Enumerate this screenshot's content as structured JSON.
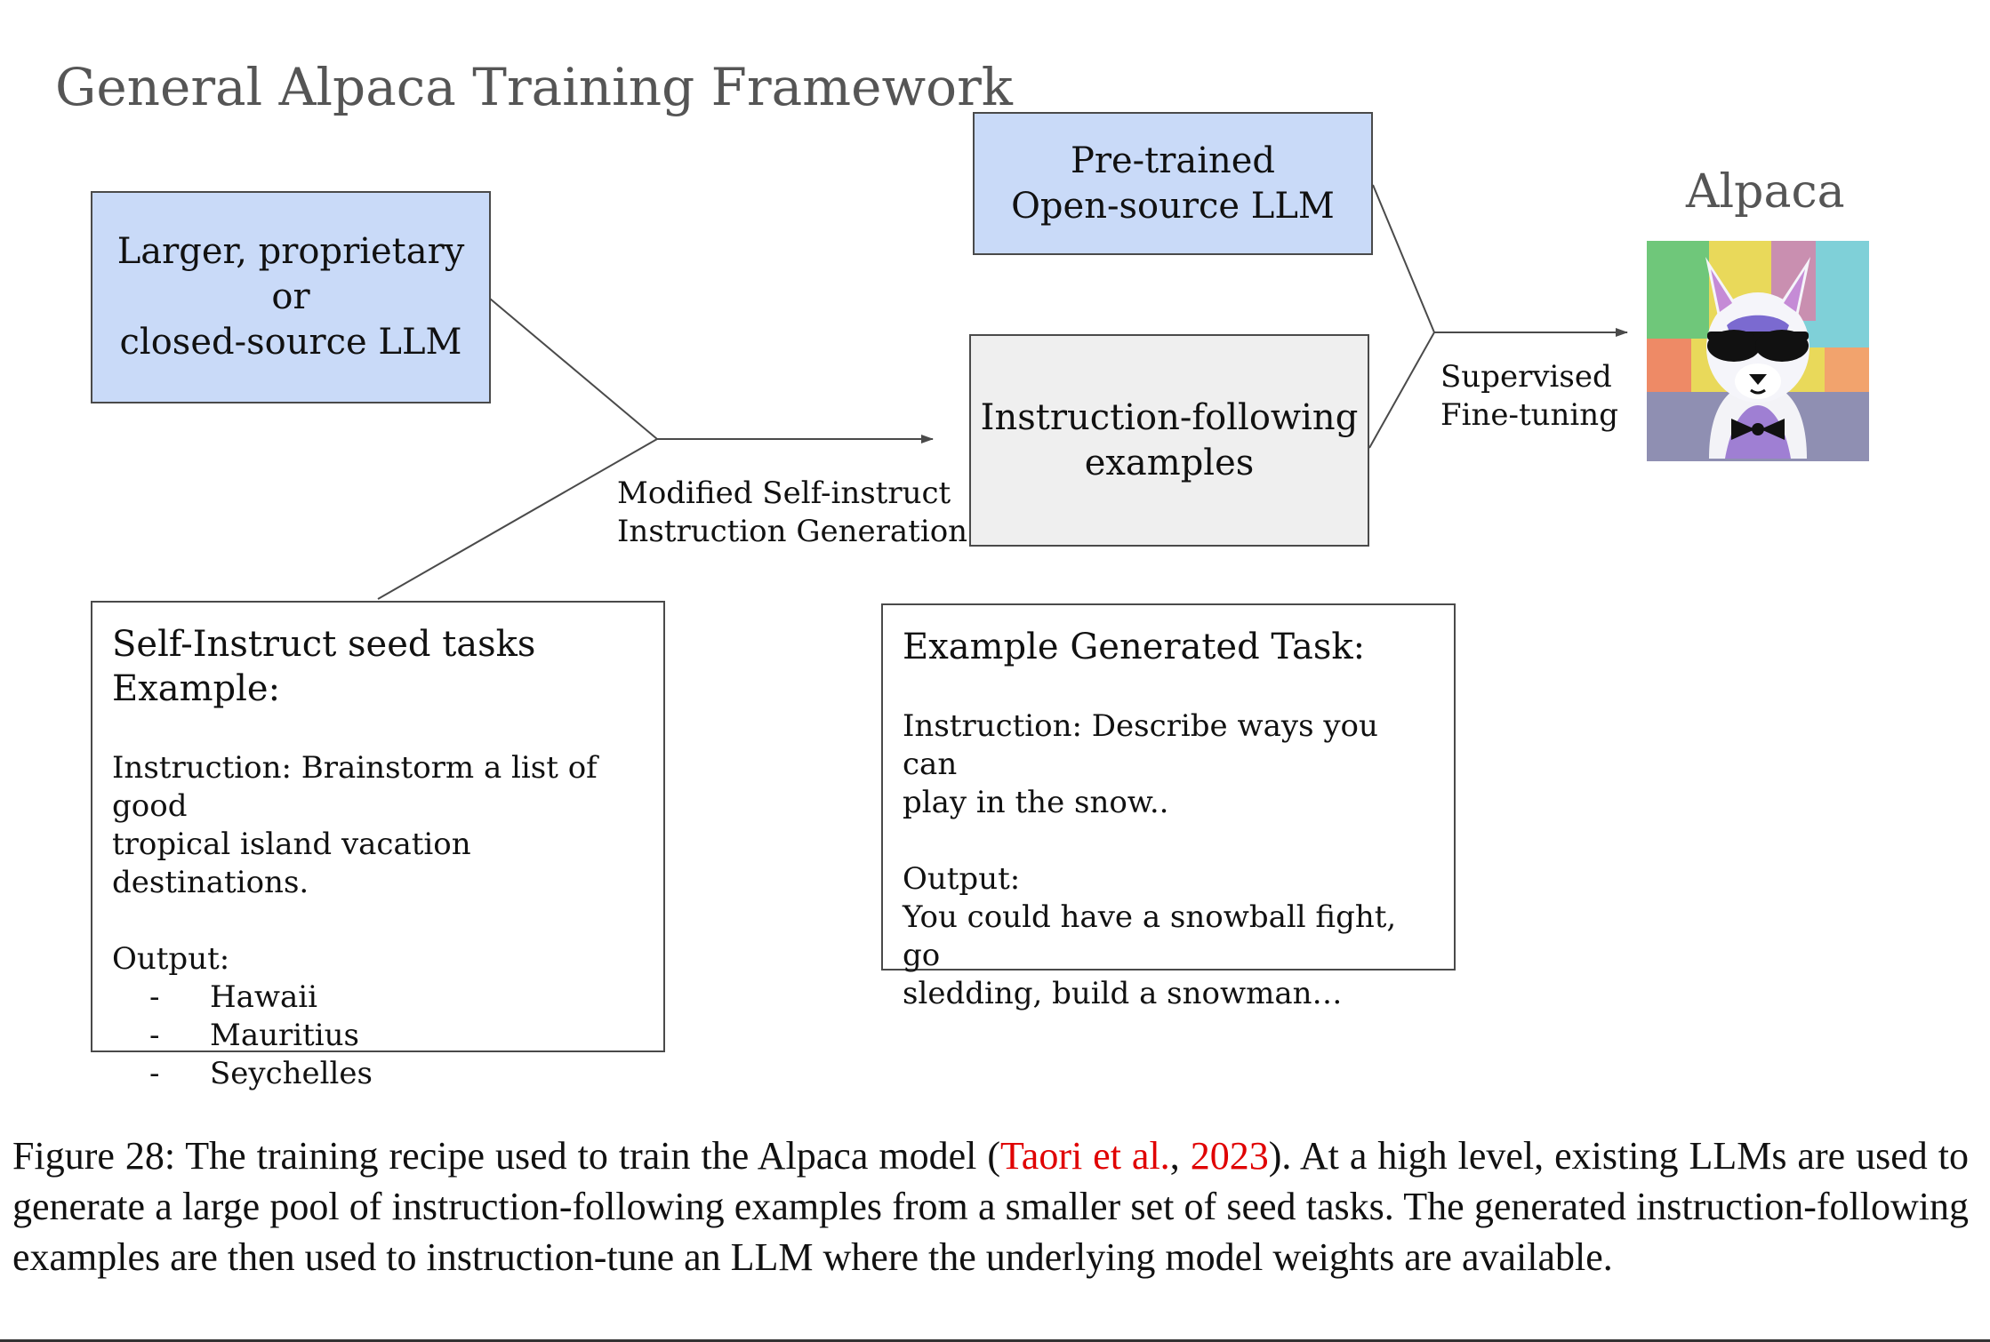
{
  "title": "General Alpaca Training Framework",
  "nodes": {
    "proprietary_llm": {
      "lines": [
        "Larger, proprietary or",
        "closed-source LLM"
      ],
      "fill": "#c9daf8"
    },
    "pretrained_llm": {
      "lines": [
        "Pre-trained",
        "Open-source LLM"
      ],
      "fill": "#c9daf8"
    },
    "instruction_examples": {
      "lines": [
        "Instruction-following",
        "examples"
      ],
      "fill": "#efefef"
    }
  },
  "edges": {
    "self_instruct_label": [
      "Modified Self-instruct",
      "Instruction Generation"
    ],
    "finetune_label": [
      "Supervised",
      "Fine-tuning"
    ]
  },
  "alpaca": {
    "label": "Alpaca",
    "image_icon": "alpaca-with-sunglasses-image"
  },
  "seed_task": {
    "heading": [
      "Self-Instruct seed tasks",
      "Example:"
    ],
    "instruction": [
      "Instruction: Brainstorm a list of good",
      "tropical island vacation destinations."
    ],
    "output_label": "Output:",
    "outputs": [
      "Hawaii",
      "Mauritius",
      "Seychelles"
    ],
    "bullet_mark": "-"
  },
  "generated_task": {
    "heading": "Example Generated Task:",
    "instruction": [
      "Instruction: Describe ways you can",
      "play in the snow.."
    ],
    "output_label": "Output:",
    "output": [
      "You could have a snowball fight, go",
      "sledding, build a snowman…"
    ]
  },
  "caption": {
    "prefix": "Figure 28: The training recipe used to train the Alpaca model (",
    "cite_author": "Taori et al.",
    "cite_sep": ", ",
    "cite_year": "2023",
    "suffix": "). At a high level, existing LLMs are used to generate a large pool of instruction-following examples from a smaller set of seed tasks. The generated instruction-following examples are then used to instruction-tune an LLM where the underlying model weights are available.",
    "cite_color": "#e00000"
  }
}
